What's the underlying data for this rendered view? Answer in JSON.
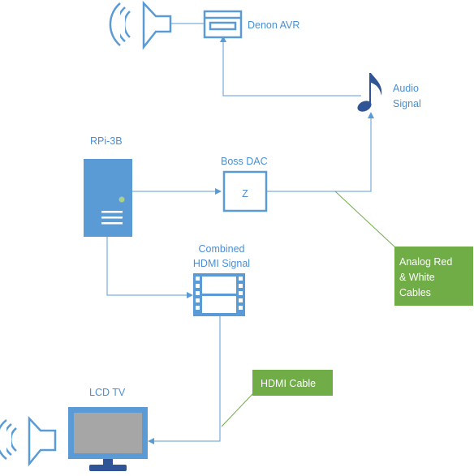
{
  "labels": {
    "denon": "Denon AVR",
    "audio_line1": "Audio",
    "audio_line2": "Signal",
    "rpi": "RPi-3B",
    "dac": "Boss DAC",
    "dac_symbol": "Z",
    "combined_line1": "Combined",
    "combined_line2": "HDMI Signal",
    "lcd": "LCD TV"
  },
  "callouts": {
    "analog_line1": "Analog Red",
    "analog_line2": "& White",
    "analog_line3": "Cables",
    "hdmi": "HDMI Cable"
  },
  "icons": [
    "speaker-icon",
    "receiver-icon",
    "music-note-icon",
    "server-icon",
    "dac-icon",
    "film-icon",
    "monitor-icon"
  ],
  "colors": {
    "primary": "#5b9bd5",
    "dark_blue": "#2f5597",
    "callout_green": "#70ad47",
    "label_blue": "#4a8fd4",
    "screen_gray": "#a6a6a6"
  }
}
